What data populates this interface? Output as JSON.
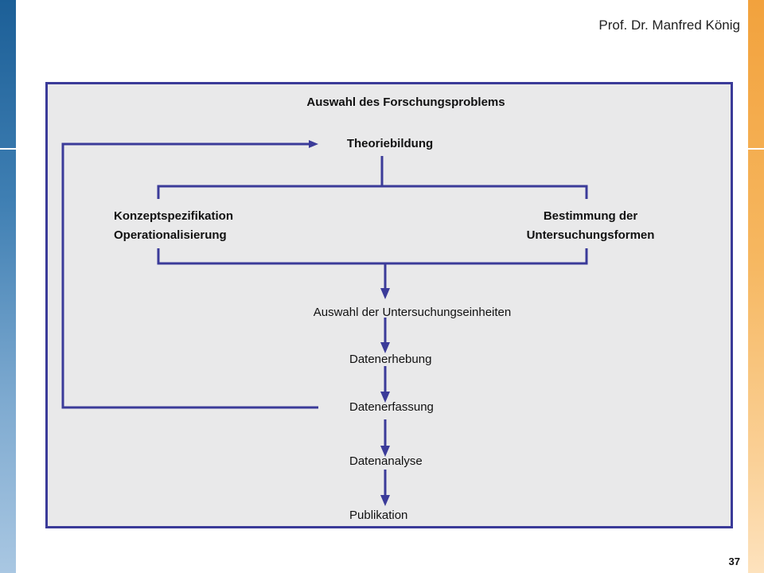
{
  "header": {
    "author": "Prof. Dr. Manfred König"
  },
  "footer": {
    "page_number": "37"
  },
  "diagram": {
    "title": "Auswahl des Forschungsproblems",
    "theory": "Theoriebildung",
    "left_branch": {
      "line1": "Konzeptspezifikation",
      "line2": "Operationalisierung"
    },
    "right_branch": {
      "line1": "Bestimmung der",
      "line2": "Untersuchungsformen"
    },
    "steps": [
      "Auswahl der Untersuchungseinheiten",
      "Datenerhebung",
      "Datenerfassung",
      "Datenanalyse",
      "Publikation"
    ]
  },
  "colors": {
    "line": "#3b3b99",
    "panel": "#e9e9ea",
    "left_accent": "#1c5f97",
    "right_accent": "#f2a23d"
  }
}
